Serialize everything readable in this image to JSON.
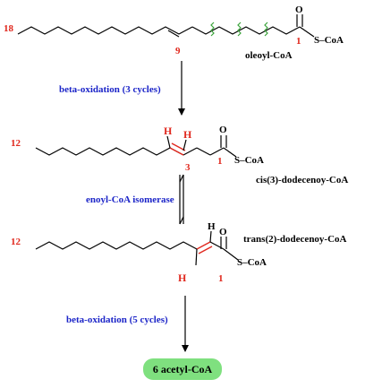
{
  "compounds": {
    "oleoyl": {
      "name": "oleoyl-CoA",
      "carbon_end": "18",
      "double_bond_position": "9",
      "carbonyl_number": "1",
      "thioester": "S–CoA",
      "oxygen": "O"
    },
    "cis3": {
      "name": "cis(3)-dodecenoy-CoA",
      "carbon_end": "12",
      "double_bond_position": "3",
      "carbonyl_number": "1",
      "thioester": "S–CoA",
      "oxygen": "O",
      "hydrogen": "H"
    },
    "trans2": {
      "name": "trans(2)-dodecenoy-CoA",
      "carbon_end": "12",
      "carbonyl_number": "1",
      "thioester": "S–CoA",
      "oxygen": "O",
      "hydrogen": "H"
    }
  },
  "steps": {
    "step1": "beta-oxidation (3 cycles)",
    "step2": "enoyl-CoA isomerase",
    "step3": "beta-oxidation (5 cycles)"
  },
  "product": {
    "label": "6 acetyl-CoA",
    "fill_color": "#7fe07f"
  },
  "colors": {
    "step_text": "#1c25c8",
    "numbering": "#e0281e",
    "cleavage_marks": "#3aa33a"
  }
}
